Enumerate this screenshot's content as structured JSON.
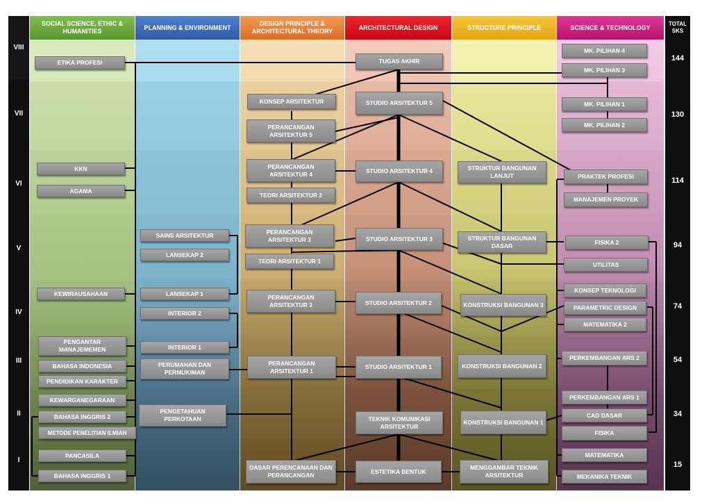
{
  "columns": [
    {
      "key": "social",
      "label": "SOCIAL SCIENCE, ETHIC & HUMANITIES",
      "header_color": "#6aa33d"
    },
    {
      "key": "planning",
      "label": "PLANNING & ENVIRONMENT",
      "header_color": "#3f6fc0"
    },
    {
      "key": "design",
      "label": "DESIGN PRINCIPLE & ARCHITECTURAL THEORY",
      "header_color": "#e8823a"
    },
    {
      "key": "arch",
      "label": "ARCHITECTURAL DESIGN",
      "header_color": "#e10b1a"
    },
    {
      "key": "structure",
      "label": "STRUCTURE PRINCIPLE",
      "header_color": "#f2b81d"
    },
    {
      "key": "science",
      "label": "SCIENCE & TECHNOLOGY",
      "header_color": "#d01b7f"
    }
  ],
  "total_label": "TOTAL SKS",
  "semesters": [
    {
      "label": "VIII",
      "sks": "144"
    },
    {
      "label": "VII",
      "sks": "130"
    },
    {
      "label": "VI",
      "sks": "114"
    },
    {
      "label": "V",
      "sks": "94"
    },
    {
      "label": "IV",
      "sks": "74"
    },
    {
      "label": "III",
      "sks": "54"
    },
    {
      "label": "II",
      "sks": "34"
    },
    {
      "label": "I",
      "sks": "15"
    }
  ],
  "courses": {
    "etika": "ETIKA PROFESI",
    "kkn": "KKN",
    "agama": "AGAMA",
    "kewira": "KEWIRAUSAHAAN",
    "pengantar": "PENGANTAR MANAJEMEMEN",
    "bindo": "BAHASA INDONESIA",
    "karakter": "PENDIDIKAN KARAKTER",
    "kewarga": "KEWARGANEGARAAN",
    "bing2": "BAHASA INGGRIS 2",
    "metode": "METODE PENELITIAN ILMIAH",
    "pancasila": "PANCASILA",
    "bing1": "BAHASA INGGRIS 1",
    "sains": "SAINS ARSITEKTUR",
    "lansekap2": "LANSEKAP 2",
    "lansekap1": "LANSEKAP 1",
    "interior2": "INTERIOR 2",
    "interior1": "INTERIOR 1",
    "perumahan": "PERUMAHAN DAN PERMUKIMAN",
    "pengetahuan": "PENGETAHUAN PERKOTAAN",
    "konsep": "KONSEP ARSITEKTUR",
    "pa5": "PERANCANGAN ARSITEKTUR 5",
    "pa4": "PERANCANGAN ARSITEKTUR 4",
    "teori2": "TEORI ARSITEKTUR 2",
    "pa3": "PERANCANGAN ARSITEKTUR 3",
    "teori1": "TEORI ARSITEKTUR 1",
    "pa2": "PERANCANGAN ARSITEKTUR 2",
    "pa1": "PERANCANGAN ARSITEKTUR 1",
    "dasar": "DASAR PERENCANAAN DAN PERANCANGAN",
    "tugas": "TUGAS AKHIR",
    "studio5": "STUDIO ARSITEKTUR 5",
    "studio4": "STUDIO ARSITEKTUR 4",
    "studio3": "STUDIO ARSITEKTUR 3",
    "studio2": "STUDIO ARSITEKTUR 2",
    "studio1": "STUDIO ARSITEKTUR 1",
    "teknik": "TEKNIK KOMUNIKASI ARSITEKTUR",
    "estetika": "ESTETIKA BENTUK",
    "strlanjut": "STRUKTUR BANGUNAN LANJUT",
    "strdasar": "STRUKTUR BANGUNAN DASAR",
    "kb3": "KONSTRUKSI BANGUNAN 3",
    "kb2": "KONSTRUKSI BANGUNAN 2",
    "kb1": "KONSTRUKSI BANGUNAN 1",
    "menggambar": "MENGGAMBAR TEKNIK ARSITEKTUR",
    "mk4": "MK. PILIHAN 4",
    "mk3": "MK. PILIHAN 3",
    "mk1": "MK. PILIHAN 1",
    "mk2": "MK. PILIHAN 2",
    "praktek": "PRAKTEK PROFESI",
    "manajemen": "MANAJEMEN PROYEK",
    "fisika2": "FISIKA 2",
    "utilitas": "UTILITAS",
    "konseptek": "KONSEP TEKNOLOGI",
    "parametric": "PARAMETRIC DESIGN",
    "matematika2": "MATEMATIKA 2",
    "perkembangan2": "PERKEMBANGAN ARS 2",
    "perkembangan1": "PERKEMBANGAN ARS 1",
    "cad": "CAD DASAR",
    "fisika": "FISIKA",
    "matematika": "MATEMATIKA",
    "mekanika": "MEKANIKA TEKNIK"
  }
}
